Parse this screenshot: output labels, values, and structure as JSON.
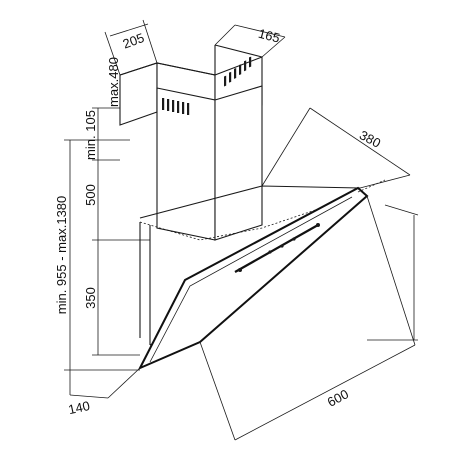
{
  "dimensions": {
    "chimney_depth": "205",
    "chimney_width": "165",
    "chimney_top_min": "min. 105",
    "chimney_top_max": "max.480",
    "chimney_height": "500",
    "body_height": "350",
    "total_height": "min. 955 - max.1380",
    "hood_depth": "380",
    "hood_width": "600",
    "front_depth": "140"
  },
  "colors": {
    "line": "#1a1a1a",
    "background": "#ffffff"
  }
}
